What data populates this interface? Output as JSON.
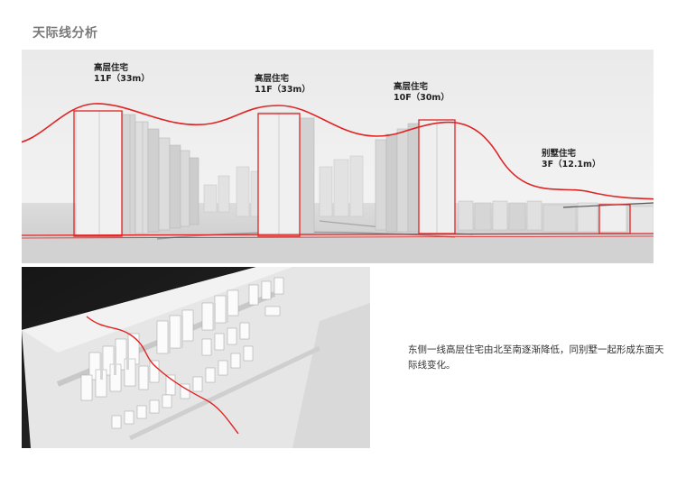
{
  "page": {
    "title": "天际线分析"
  },
  "skyline_section": {
    "labels": [
      {
        "name": "高层住宅",
        "spec": "11F（33m）"
      },
      {
        "name": "高层住宅",
        "spec": "11F（33m）"
      },
      {
        "name": "高层住宅",
        "spec": "10F（30m）"
      },
      {
        "name": "别墅住宅",
        "spec": "3F（12.1m）"
      }
    ]
  },
  "description": {
    "text": "东侧一线高层住宅由北至南逐渐降低，同别墅一起形成东面天际线变化。"
  },
  "colors": {
    "skyline_line": "#e02424",
    "title": "#7a7a7a"
  }
}
